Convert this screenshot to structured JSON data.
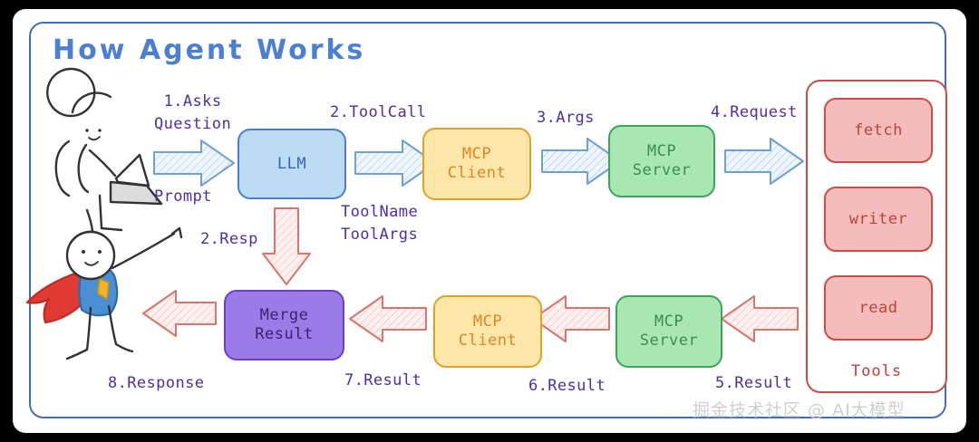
{
  "title": "How Agent Works",
  "nodes": {
    "llm": {
      "line1": "LLM"
    },
    "mcp_client_top": {
      "line1": "MCP",
      "line2": "Client"
    },
    "mcp_server_top": {
      "line1": "MCP",
      "line2": "Server"
    },
    "merge": {
      "line1": "Merge",
      "line2": "Result"
    },
    "mcp_client_bottom": {
      "line1": "MCP",
      "line2": "Client"
    },
    "mcp_server_bottom": {
      "line1": "MCP",
      "line2": "Server"
    }
  },
  "tools_panel": {
    "label": "Tools",
    "items": [
      "fetch",
      "writer",
      "read"
    ]
  },
  "labels": {
    "asks_question": "1.Asks\nQuestion",
    "prompt": "Prompt",
    "tool_call": "2.ToolCall",
    "tool_name_args": "ToolName\nToolArgs",
    "args": "3.Args",
    "request": "4.Request",
    "resp": "2.Resp",
    "response8": "8.Response",
    "result7": "7.Result",
    "result6": "6.Result",
    "result5": "5.Result"
  },
  "watermark": "掘金技术社区 @ AI大模型",
  "colors": {
    "frame_blue": "#3f6fb5",
    "title_blue": "#4a7fd4",
    "label_purple": "#4b2fa8",
    "llm_fill": "#bcdcf5",
    "llm_border": "#4a7fc1",
    "client_fill": "#fce7a8",
    "client_border": "#dfa12a",
    "server_fill": "#a9e7b2",
    "server_border": "#3aa457",
    "merge_fill": "#9b7be8",
    "merge_border": "#6b3fc4",
    "tool_fill": "#f4bdbb",
    "tool_border": "#cf4b45",
    "arrow_blue": "#6f9fd8",
    "arrow_red": "#d9756e"
  }
}
